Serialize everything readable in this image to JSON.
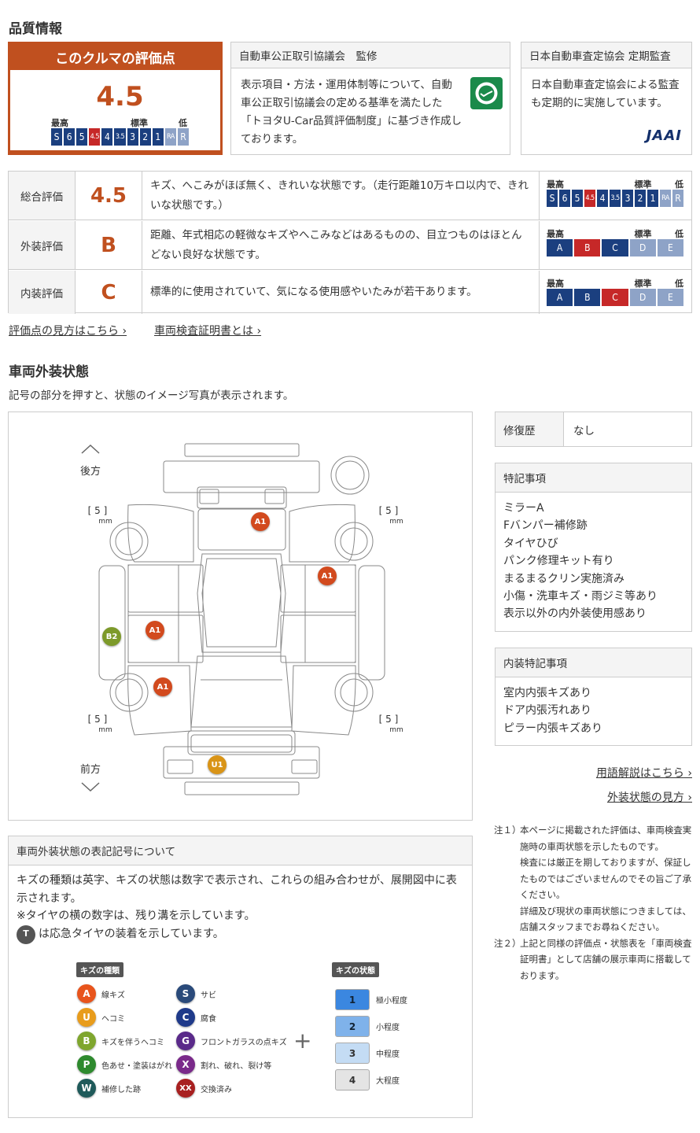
{
  "quality": {
    "title": "品質情報",
    "score_box": {
      "header": "このクルマの評価点",
      "score": "4.5",
      "best": "最高",
      "std": "標準",
      "low": "低",
      "scale": [
        "S",
        "6",
        "5",
        "4.5",
        "4",
        "3.5",
        "3",
        "2",
        "1",
        "RA",
        "R"
      ],
      "highlight": "4.5"
    },
    "jaaa": {
      "title": "自動車公正取引協議会　監修",
      "text": "表示項目・方法・運用体制等について、自動車公正取引協議会の定める基準を満たした「トヨタU-Car品質評価制度」に基づき作成しております。",
      "icon": "handshake-seal-icon"
    },
    "jaai": {
      "title": "日本自動車査定協会 定期監査",
      "text": "日本自動車査定協会による監査も定期的に実施しています。",
      "logo": "JAAI"
    }
  },
  "ratings": {
    "rows": [
      {
        "label": "総合評価",
        "grade": "4.5",
        "desc": "キズ、へこみがほぼ無く、きれいな状態です。（走行距離10万キロ以内で、きれいな状態です。）",
        "scale": [
          "S",
          "6",
          "5",
          "4.5",
          "4",
          "3.5",
          "3",
          "2",
          "1",
          "RA",
          "R"
        ],
        "highlight": "4.5"
      },
      {
        "label": "外装評価",
        "grade": "B",
        "desc": "距離、年式相応の軽微なキズやへこみなどはあるものの、目立つものはほとんどない良好な状態です。",
        "scale": [
          "A",
          "B",
          "C",
          "D",
          "E"
        ],
        "highlight": "B"
      },
      {
        "label": "内装評価",
        "grade": "C",
        "desc": "標準的に使用されていて、気になる使用感やいたみが若干あります。",
        "scale": [
          "A",
          "B",
          "C",
          "D",
          "E"
        ],
        "highlight": "C"
      }
    ],
    "best": "最高",
    "std": "標準",
    "low": "低"
  },
  "links": {
    "score_guide": "評価点の見方はこちら",
    "certificate": "車両検査証明書とは"
  },
  "exterior": {
    "title": "車両外装状態",
    "subtitle": "記号の部分を押すと、状態のイメージ写真が表示されます。",
    "rear": "後方",
    "front": "前方",
    "tread": [
      "5",
      "5",
      "5",
      "5"
    ],
    "unit": "mm",
    "markers": [
      {
        "code": "A1",
        "color": "#d24a1e"
      },
      {
        "code": "A1",
        "color": "#d24a1e"
      },
      {
        "code": "B2",
        "color": "#7d9a2a"
      },
      {
        "code": "A1",
        "color": "#d24a1e"
      },
      {
        "code": "A1",
        "color": "#d24a1e"
      },
      {
        "code": "U1",
        "color": "#d99417"
      }
    ]
  },
  "sidebar": {
    "repair_label": "修復歴",
    "repair_value": "なし",
    "notes_title": "特記事項",
    "notes": [
      "ミラーA",
      "Fバンパー補修跡",
      "タイヤひび",
      "パンク修理キット有り",
      "まるまるクリン実施済み",
      "小傷・洗車キズ・雨ジミ等あり",
      "表示以外の内外装使用感あり"
    ],
    "interior_title": "内装特記事項",
    "interior": [
      "室内内張キズあり",
      "ドア内張汚れあり",
      "ピラー内張キズあり"
    ],
    "glossary_link": "用語解説はこちら",
    "exterior_link": "外装状態の見方"
  },
  "footnotes": {
    "n1_label": "注１）",
    "n1": [
      "本ページに掲載された評価は、車両検査実施時の車両状態を示したものです。",
      "検査には厳正を期しておりますが、保証したものではございませんのでその旨ご了承ください。",
      "詳細及び現状の車両状態につきましては、店舗スタッフまでお尋ねください。"
    ],
    "n2_label": "注２）",
    "n2": "上記と同様の評価点・状態表を「車両検査証明書」として店舗の展示車両に搭載しております。"
  },
  "legend": {
    "title": "車両外装状態の表記記号について",
    "line1": "キズの種類は英字、キズの状態は数字で表示され、これらの組み合わせが、展開図中に表示されます。",
    "line2": "※タイヤの横の数字は、残り溝を示しています。",
    "line3": "は応急タイヤの装着を示しています。",
    "t_icon": "T",
    "kinds_tag": "キズの種類",
    "state_tag": "キズの状態",
    "kinds": [
      {
        "code": "A",
        "name": "線キズ",
        "color": "#e8541c"
      },
      {
        "code": "U",
        "name": "ヘコミ",
        "color": "#e89c1c"
      },
      {
        "code": "B",
        "name": "キズを伴うヘコミ",
        "color": "#7fa62e"
      },
      {
        "code": "P",
        "name": "色あせ・塗装はがれ",
        "color": "#2e8a2e"
      },
      {
        "code": "W",
        "name": "補修した跡",
        "color": "#1f5a5a"
      },
      {
        "code": "S",
        "name": "サビ",
        "color": "#2a4a7a"
      },
      {
        "code": "C",
        "name": "腐食",
        "color": "#1f3a8a"
      },
      {
        "code": "G",
        "name": "フロントガラスの点キズ",
        "color": "#5a2a8a"
      },
      {
        "code": "X",
        "name": "割れ、破れ、裂け等",
        "color": "#7a2a8a"
      },
      {
        "code": "XX",
        "name": "交換済み",
        "color": "#a82020"
      }
    ],
    "plus": "+",
    "states": [
      {
        "n": "1",
        "name": "極小程度",
        "color": "#3b87e0"
      },
      {
        "n": "2",
        "name": "小程度",
        "color": "#7fb2ea"
      },
      {
        "n": "3",
        "name": "中程度",
        "color": "#c4dcf4"
      },
      {
        "n": "4",
        "name": "大程度",
        "color": "#e4e4e4"
      }
    ]
  }
}
